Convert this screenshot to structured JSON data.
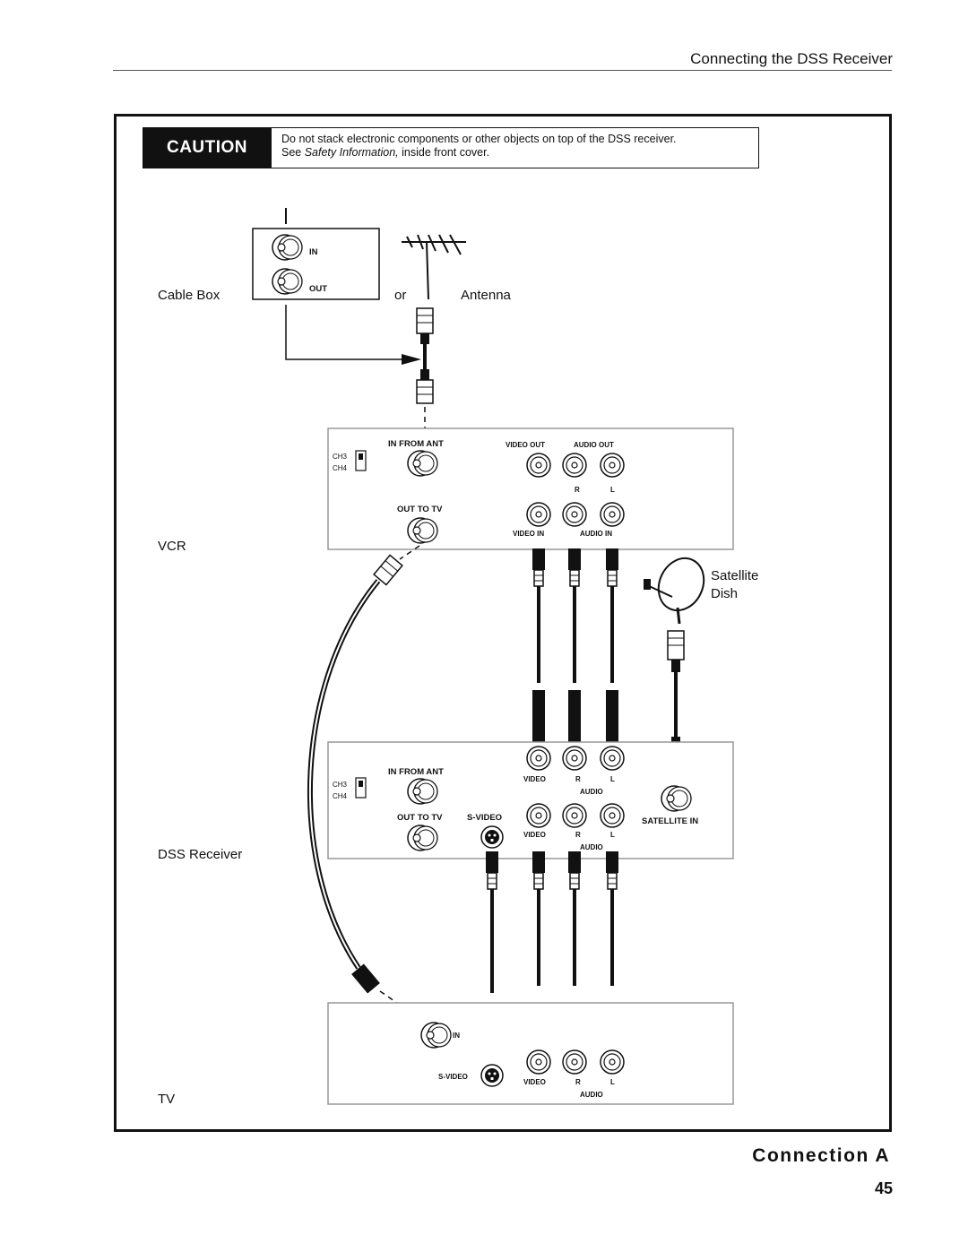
{
  "header": {
    "title": "Connecting the DSS Receiver"
  },
  "caution": {
    "label": "CAUTION",
    "line1": "Do not stack electronic components or other objects on top of  the DSS receiver.",
    "line2_prefix": "See ",
    "line2_italic": "Safety Information,",
    "line2_suffix": " inside front cover."
  },
  "devices": {
    "cable_box": "Cable Box",
    "or": "or",
    "antenna": "Antenna",
    "vcr": "VCR",
    "satellite_dish_line1": "Satellite",
    "satellite_dish_line2": "Dish",
    "dss_receiver": "DSS Receiver",
    "tv": "TV"
  },
  "cable_box_panel": {
    "in": "IN",
    "out": "OUT"
  },
  "vcr_panel": {
    "ch3": "CH3",
    "ch4": "CH4",
    "in_from_ant": "IN FROM ANT",
    "out_to_tv": "OUT TO TV",
    "video_out": "VIDEO OUT",
    "audio_out": "AUDIO OUT",
    "r": "R",
    "l": "L",
    "video_in": "VIDEO IN",
    "audio_in": "AUDIO IN"
  },
  "dss_panel": {
    "ch3": "CH3",
    "ch4": "CH4",
    "in_from_ant": "IN FROM ANT",
    "out_to_tv": "OUT TO TV",
    "s_video": "S-VIDEO",
    "video_top": "VIDEO",
    "r_top": "R",
    "l_top": "L",
    "audio_top": "AUDIO",
    "video_bottom": "VIDEO",
    "r_bottom": "R",
    "l_bottom": "L",
    "audio_bottom": "AUDIO",
    "satellite_in": "SATELLITE IN"
  },
  "tv_panel": {
    "in": "IN",
    "s_video": "S-VIDEO",
    "video": "VIDEO",
    "r": "R",
    "l": "L",
    "audio": "AUDIO"
  },
  "footer": {
    "title": "Connection A",
    "page_number": "45"
  }
}
